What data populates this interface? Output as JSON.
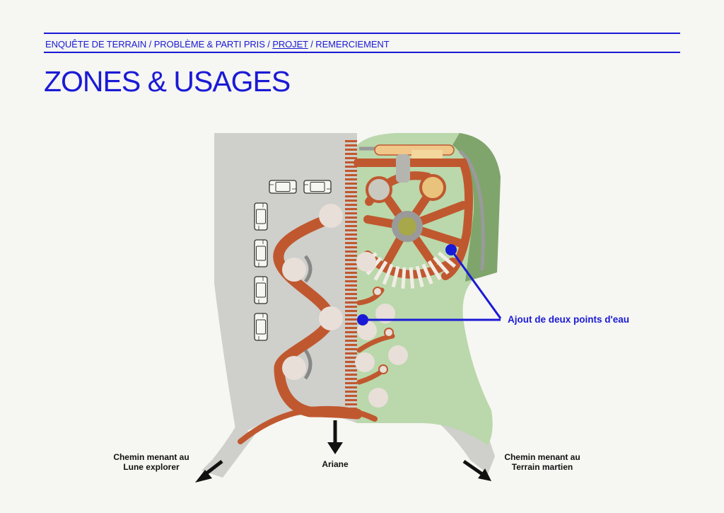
{
  "nav": {
    "items": [
      {
        "label": "ENQUÊTE DE TERRAIN",
        "active": false
      },
      {
        "label": "/ PROBLÈME & PARTI PRIS /",
        "active": false
      },
      {
        "label": "PROJET",
        "active": true
      },
      {
        "label": "/ REMERCIEMENT",
        "active": false
      }
    ]
  },
  "title": "ZONES & USAGES",
  "annotation": "Ajout de deux points d'eau",
  "exits": {
    "left_line1": "Chemin menant au",
    "left_line2": "Lune explorer",
    "center": "Ariane",
    "right_line1": "Chemin menant au",
    "right_line2": "Terrain martien"
  },
  "colors": {
    "accent": "#1a1ad6",
    "path": "#c0582f",
    "lawn": "#bad8ab",
    "hedge": "#7fa56c",
    "paving": "#cfcfcb",
    "seat": "#e8dfd8"
  }
}
